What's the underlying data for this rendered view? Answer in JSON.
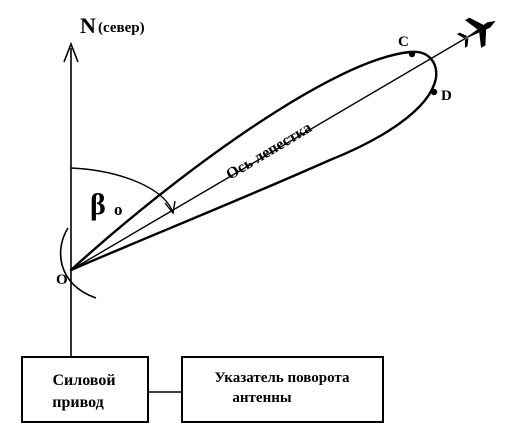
{
  "labels": {
    "north": "N",
    "north_note": "(север)",
    "point_c": "C",
    "point_d": "D",
    "origin": "O",
    "angle": "β",
    "angle_sub": "о",
    "axis": "Ось лепестка"
  },
  "blocks": {
    "drive_line1": "Силовой",
    "drive_line2": "привод",
    "indicator_line1": "Указатель поворота",
    "indicator_line2": "антенны"
  },
  "icons": {
    "target": "airplane-icon"
  },
  "colors": {
    "ink": "#000000",
    "background": "#ffffff"
  }
}
